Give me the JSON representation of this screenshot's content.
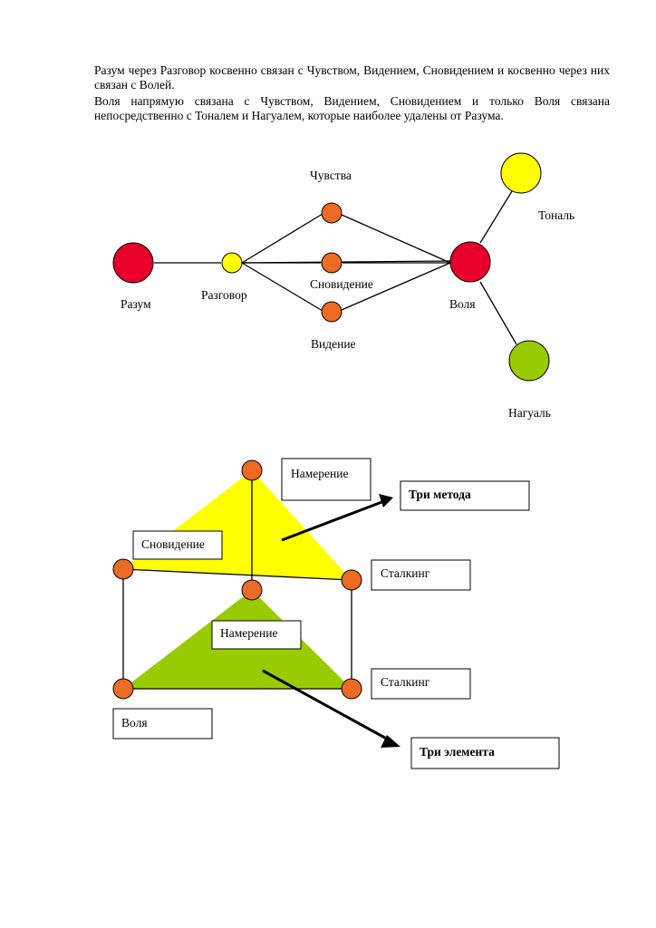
{
  "text": {
    "paragraph_1": "Разум через Разговор косвенно связан с Чувством, Видением, Сновидением и косвенно через них связан с Волей.",
    "paragraph_2": "Воля напрямую связана с Чувством, Видением, Сновидением и только Воля связана непосредственно с Тоналем и Нагуалем, которые наиболее удалены от Разума."
  },
  "network": {
    "labels": {
      "razum": "Разум",
      "razgovor": "Разговор",
      "chuvstva": "Чувства",
      "snovidenie": "Сновидение",
      "videnie": "Видение",
      "volya": "Воля",
      "tonal": "Тональ",
      "nagual": "Нагуаль"
    },
    "colors": {
      "red": "#e8002a",
      "yellow": "#ffff00",
      "orange": "#ec6b24",
      "green": "#99cc00"
    }
  },
  "pyramid": {
    "labels": {
      "namerenie_top": "Намерение",
      "snovidenie": "Сновидение",
      "stalking_top": "Сталкинг",
      "namerenie_bottom": "Намерение",
      "stalking_bottom": "Сталкинг",
      "volya": "Воля",
      "tri_metoda": "Три метода",
      "tri_elementa": "Три элемента"
    },
    "colors": {
      "top_triangle": "#ffff00",
      "bottom_triangle": "#99cc00",
      "node": "#ec6b24"
    }
  }
}
